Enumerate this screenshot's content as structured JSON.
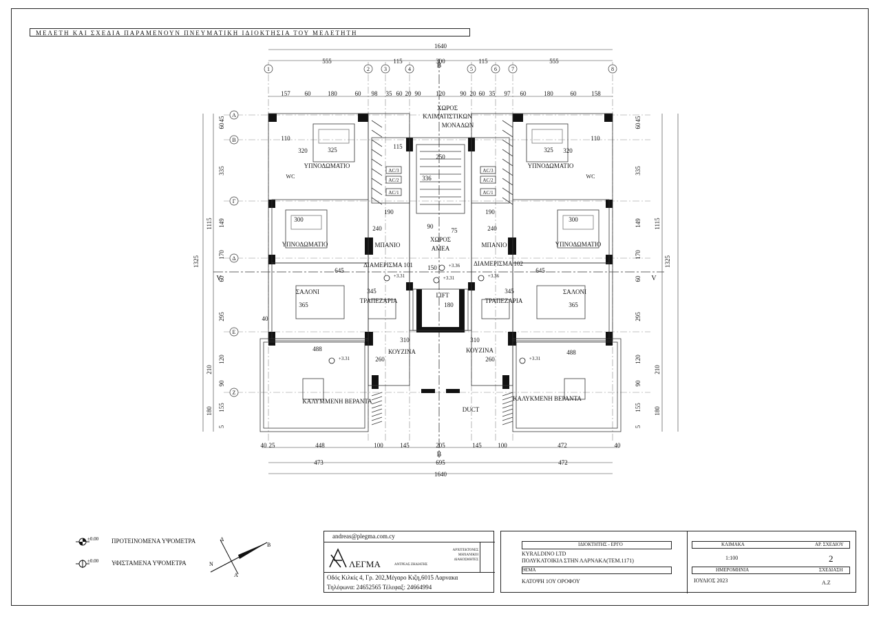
{
  "banner": "ΜΕΛΕΤΗ ΚΑΙ ΣΧΕΔΙΑ ΠΑΡΑΜΕΝΟΥΝ ΠΝΕΥΜΑΤΙΚΗ ΙΔΙΟΚΤΗΣΙΑ ΤΟΥ ΜΕΛΕΤΗΤΗ",
  "dims": {
    "total_top": "1640",
    "top_row": [
      "555",
      "115",
      "300",
      "115",
      "555"
    ],
    "second_row": [
      "157",
      "60",
      "180",
      "60",
      "98",
      "35",
      "60",
      "20",
      "90",
      "120",
      "90",
      "20",
      "60",
      "35",
      "97",
      "60",
      "180",
      "60",
      "158"
    ],
    "bottom_row1": [
      "40",
      "25",
      "448",
      "100",
      "145",
      "205",
      "145",
      "100",
      "472",
      "40"
    ],
    "bottom_row2": [
      "473",
      "695",
      "472"
    ],
    "total_bottom": "1640",
    "left_outer": "1325",
    "left_mid": [
      "1115",
      "210",
      "180"
    ],
    "left_inner": [
      "60",
      "45",
      "335",
      "149",
      "170",
      "60",
      "295",
      "120",
      "90",
      "155",
      "5"
    ],
    "right_outer": "1325",
    "right_mid": [
      "1115",
      "210",
      "180"
    ],
    "right_inner": [
      "60",
      "45",
      "335",
      "149",
      "170",
      "60",
      "295",
      "120",
      "90",
      "155",
      "5"
    ]
  },
  "grid": {
    "columns": [
      "1",
      "2",
      "3",
      "4",
      "5",
      "6",
      "7",
      "8"
    ],
    "rows": [
      "Α",
      "Β",
      "Γ",
      "Δ",
      "Ε",
      "Ζ"
    ],
    "section_B": "B",
    "section_V": "V"
  },
  "rooms": {
    "bedroom": "ΥΠΝΟΔΩΜΑΤΙΟ",
    "bath": "ΜΠΑΝΙΟ",
    "wc": "WC",
    "living": "ΣΑΛΟΝΙ",
    "dining": "ΤΡΑΠΕΖΑΡΙΑ",
    "kitchen": "ΚΟΥΖΙΝΑ",
    "veranda_left": "ΚΑΛΥΜΜΕΝΗ ΒΕΡΑΝΤΑ",
    "veranda_right": "ΚΑΛΥΚΜΕΝΗ ΒΕΡΑΝΤΑ",
    "lift": "LIFT",
    "duct": "DUCT",
    "ac_space": "ΧΩΡΟΣ ΚΛΙΜΑΤΙΣΤΙΚΩΝ ΜΟΝΑΔΩΝ",
    "amea": "ΧΩΡΟΣ ΑΜΕΑ",
    "apt_101": "ΔΙΑΜΕΡΙΣΜΑ 101",
    "apt_102": "ΔΙΑΜΕΡΙΣΜΑ 102"
  },
  "room_dims": [
    "325",
    "320",
    "110",
    "300",
    "240",
    "190",
    "645",
    "345",
    "365",
    "488",
    "310",
    "260",
    "180",
    "250",
    "336",
    "115",
    "40",
    "90",
    "75",
    "150"
  ],
  "levels": [
    "+3.31",
    "+3.36",
    "+3.31",
    "+3.36",
    "+3.31",
    "+3.31"
  ],
  "ac_labels": [
    "AC/3",
    "AC/2",
    "AC/1"
  ],
  "legend": {
    "level_value": "±0.00",
    "proposed": "ΠΡΟΤΕΙΝΟΜΕΝΑ ΥΨΟΜΕΤΡΑ",
    "existing": "ΥΦΙΣΤΑΜΕΝΑ ΥΨΟΜΕΤΡΑ",
    "north_letters": [
      "Δ",
      "B",
      "N",
      "A"
    ]
  },
  "office": {
    "email": "andreas@plegma.com.cy",
    "logo": "ΛΕΓΜΑ",
    "person": "ΑΝΤΡΕΑΣ ΖΗΔΙΑΤΗΣ",
    "role": "ΑΡΧΙΤΕΚΤΟΝΕΣ ΜΗΧΑΝΙΚΟΙ ΔΙΑΚΟΣΜΗΤΕΣ",
    "address": "Οδός Κιλκίς 4, Γρ. 202,Μέγαρο Κιζη,6015 Λαρνακα",
    "phone": "Τηλέφωνα: 24652565 Τέλεφαξ: 24664994"
  },
  "titleblock": {
    "owner_label": "ΙΔΙΟΚΤΗΤΗΣ - ΕΡΓΟ",
    "owner": "KYRALDINO LTD",
    "project": "ΠΟΛΥΚΑΤΟΙΚΙΑ ΣΤΗΝ ΛΑΡΝΑΚΑ(ΤΕΜ.1171)",
    "subject_label": "ΘΕΜΑ",
    "subject": "ΚΑΤΟΨΗ 1ΟΥ ΟΡΟΦΟΥ",
    "scale_label": "ΚΛΙΜΑΚΑ",
    "scale": "1:100",
    "drawing_no_label": "ΑΡ. ΣΧΕΔΙΟΥ",
    "drawing_no": "2",
    "date_label": "ΗΜΕΡΟΜΗΝΙΑ",
    "date": "ΙΟΥΛΙΟΣ 2023",
    "drawn_label": "ΣΧΕΔΙΑΣΗ",
    "drawn": "Α.Ζ"
  }
}
